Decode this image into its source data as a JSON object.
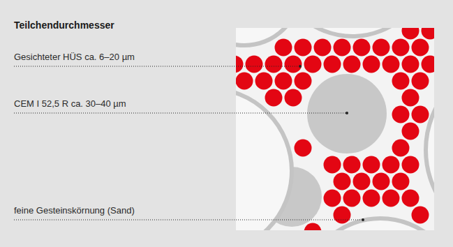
{
  "diagram": {
    "title": "Teilchendurchmesser",
    "labels": [
      "Gesichteter HÜS ca. 6–20 µm",
      "CEM I 52,5 R ca. 30–40 µm",
      "feine Gesteinskörnung (Sand)"
    ]
  }
}
